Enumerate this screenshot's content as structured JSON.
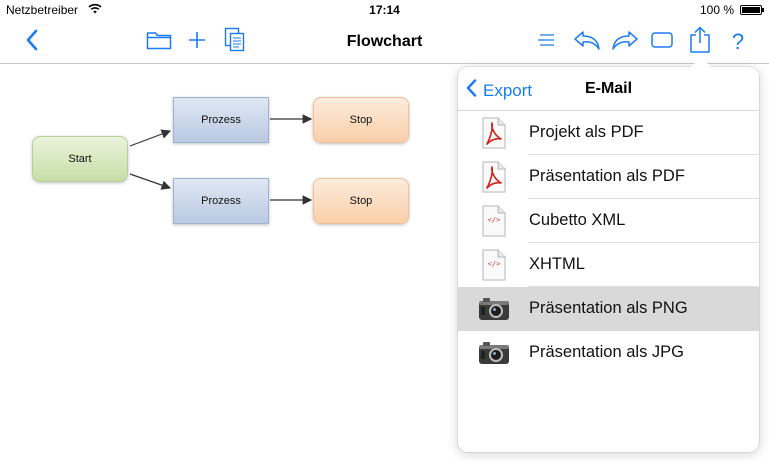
{
  "status_bar": {
    "carrier": "Netzbetreiber",
    "time": "17:14",
    "battery": "100 %",
    "battery_level": 1.0
  },
  "nav_bar": {
    "title": "Flowchart",
    "accent_color": "#1a7cf5",
    "left_icons": [
      "back-chevron-icon",
      "folder-icon",
      "plus-icon",
      "duplicate-icon"
    ],
    "right_icons": [
      "list-icon",
      "undo-icon",
      "redo-icon",
      "rectangle-icon",
      "share-icon",
      "help-icon"
    ],
    "help_label": "?"
  },
  "flowchart": {
    "nodes": [
      {
        "id": "start",
        "label": "Start",
        "shape": "rounded",
        "color": "#c6dea6"
      },
      {
        "id": "process-1",
        "label": "Prozess",
        "shape": "rect",
        "color": "#b9c9e2"
      },
      {
        "id": "process-2",
        "label": "Prozess",
        "shape": "rect",
        "color": "#b9c9e2"
      },
      {
        "id": "stop-1",
        "label": "Stop",
        "shape": "rounded",
        "color": "#f9cfa8"
      },
      {
        "id": "stop-2",
        "label": "Stop",
        "shape": "rounded",
        "color": "#f9cfa8"
      }
    ],
    "edges": [
      {
        "from": "start",
        "to": "process-1"
      },
      {
        "from": "start",
        "to": "process-2"
      },
      {
        "from": "process-1",
        "to": "stop-1"
      },
      {
        "from": "process-2",
        "to": "stop-2"
      }
    ]
  },
  "popover": {
    "back_label": "Export",
    "title": "E-Mail",
    "items": [
      {
        "label": "Projekt als PDF",
        "icon": "pdf-file-icon",
        "selected": false
      },
      {
        "label": "Präsentation als PDF",
        "icon": "pdf-file-icon",
        "selected": false
      },
      {
        "label": "Cubetto XML",
        "icon": "code-file-icon",
        "selected": false
      },
      {
        "label": "XHTML",
        "icon": "code-file-icon",
        "selected": false
      },
      {
        "label": "Präsentation als PNG",
        "icon": "camera-icon",
        "selected": true
      },
      {
        "label": "Präsentation als JPG",
        "icon": "camera-icon",
        "selected": false
      }
    ],
    "code_icon_glyph": "</>"
  }
}
